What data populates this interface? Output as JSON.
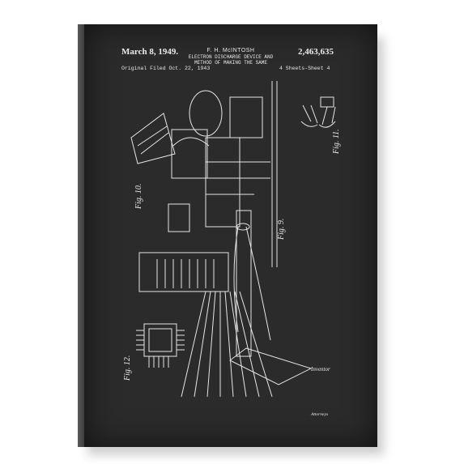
{
  "patent": {
    "date": "March 8, 1949.",
    "number": "2,463,635",
    "inventor": "F. H. McINTOSH",
    "title_line1": "ELECTRON DISCHARGE DEVICE AND",
    "title_line2": "METHOD OF MAKING THE SAME",
    "filed": "Original Filed Oct. 22, 1943",
    "sheets": "4 Sheets-Sheet 4",
    "figures": [
      "Fig. 10.",
      "Fig. 11.",
      "Fig. 9.",
      "Fig. 12."
    ],
    "inventor_label": "Inventor",
    "attorneys_label": "Attorneys"
  },
  "colors": {
    "canvas": "#2b2b2b",
    "ink": "#e9e9e9",
    "background": "#ffffff"
  }
}
